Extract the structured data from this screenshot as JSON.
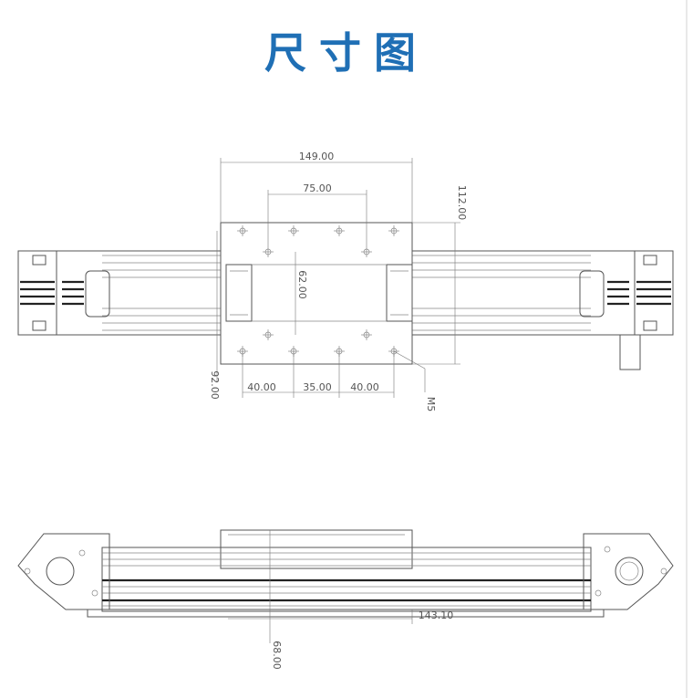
{
  "title": "尺寸图",
  "accent_color": "#1f6fb5",
  "dimensions": {
    "d149": "149.00",
    "d75": "75.00",
    "d112": "112.00",
    "d62": "62.00",
    "d92": "92.00",
    "d40a": "40.00",
    "d35": "35.00",
    "d40b": "40.00",
    "m5": "M5",
    "d143": "143.10",
    "d68": "68.00"
  }
}
